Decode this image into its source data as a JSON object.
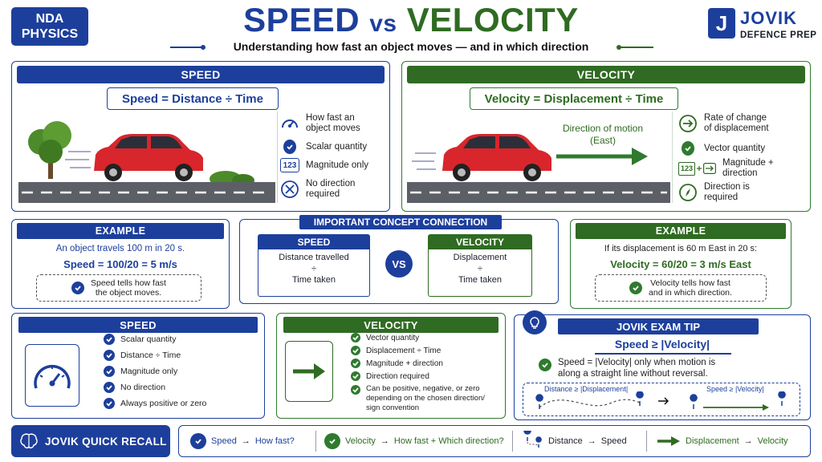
{
  "header": {
    "badge_line1": "NDA",
    "badge_line2": "PHYSICS",
    "title_speed": "SPEED",
    "title_vs": "vs",
    "title_velocity": "VELOCITY",
    "subtitle": "Understanding how fast an object moves — and in which direction",
    "brand_name": "JOVIK",
    "brand_sub": "DEFENCE PREP",
    "brand_letter": "J"
  },
  "speed_panel": {
    "title": "SPEED",
    "formula": "Speed = Distance ÷ Time",
    "features": [
      {
        "icon": "speedometer-icon",
        "text_line1": "How fast an",
        "text_line2": "object moves"
      },
      {
        "icon": "check-icon",
        "text_line1": "Scalar quantity",
        "text_line2": ""
      },
      {
        "icon": "number-123-icon",
        "icon_text": "123",
        "text_line1": "Magnitude only",
        "text_line2": ""
      },
      {
        "icon": "no-direction-icon",
        "text_line1": "No direction",
        "text_line2": "required"
      }
    ]
  },
  "velocity_panel": {
    "title": "VELOCITY",
    "formula": "Velocity = Displacement ÷ Time",
    "direction_line1": "Direction of motion",
    "direction_line2": "(East)",
    "features": [
      {
        "icon": "arrow-right-circle-icon",
        "text_line1": "Rate of change",
        "text_line2": "of displacement"
      },
      {
        "icon": "check-icon",
        "text_line1": "Vector quantity",
        "text_line2": ""
      },
      {
        "icon": "number-arrow-icon",
        "icon_text": "123",
        "text_line1": "Magnitude +",
        "text_line2": "direction"
      },
      {
        "icon": "compass-icon",
        "text_line1": "Direction is",
        "text_line2": "required"
      }
    ]
  },
  "example_speed": {
    "title": "EXAMPLE",
    "line": "An object travels 100 m in 20 s.",
    "calc": "Speed = 100/20 = 5 m/s",
    "note_line1": "Speed tells how fast",
    "note_line2": "the object moves."
  },
  "concept": {
    "title": "IMPORTANT CONCEPT CONNECTION",
    "left_title": "SPEED",
    "left_top": "Distance travelled",
    "left_op": "÷",
    "left_bottom": "Time taken",
    "vs": "VS",
    "right_title": "VELOCITY",
    "right_top": "Displacement",
    "right_op": "÷",
    "right_bottom": "Time taken"
  },
  "example_velocity": {
    "title": "EXAMPLE",
    "line": "If its displacement is 60 m East in 20 s:",
    "calc": "Velocity = 60/20 = 3 m/s East",
    "note_line1": "Velocity tells how fast",
    "note_line2": "and in which direction."
  },
  "speed_summary": {
    "title": "SPEED",
    "items": [
      "Scalar quantity",
      "Distance ÷ Time",
      "Magnitude only",
      "No direction",
      "Always positive or zero"
    ]
  },
  "velocity_summary": {
    "title": "VELOCITY",
    "items": [
      "Vector quantity",
      "Displacement ÷ Time",
      "Magnitude + direction",
      "Direction required"
    ],
    "last_line1": "Can be positive, negative, or zero",
    "last_line2": "depending on the chosen direction/",
    "last_line3": "sign convention"
  },
  "exam_tip": {
    "title": "JOVIK EXAM TIP",
    "formula": "Speed ≥ |Velocity|",
    "text_line1": "Speed = |Velocity| only when motion is",
    "text_line2": "along a straight line without reversal.",
    "left_label": "Distance ≥ |Displacement|",
    "right_label": "Speed ≥ |Velocity|"
  },
  "recall": {
    "title": "JOVIK QUICK RECALL",
    "items": [
      {
        "a": "Speed",
        "b": "How fast?"
      },
      {
        "a": "Velocity",
        "b": "How fast + Which direction?"
      },
      {
        "a": "Distance",
        "b": "Speed"
      },
      {
        "a": "Displacement",
        "b": "Velocity"
      }
    ],
    "arrow": "→"
  },
  "colors": {
    "blue": "#1d3f9c",
    "green": "#2f6b22",
    "red_car": "#d8262c"
  }
}
